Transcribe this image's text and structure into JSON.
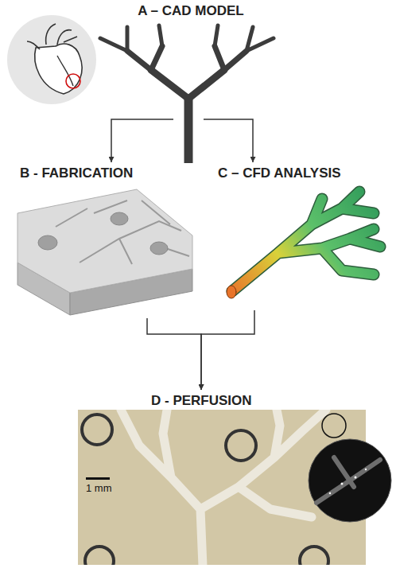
{
  "diagram": {
    "nodes": [
      {
        "text": [
          "A – CAD MODEL"
        ]
      },
      {
        "text": [
          "B - FABRICATION"
        ]
      },
      {
        "text": [
          "C – CFD ANALYSIS"
        ]
      },
      {
        "text": [
          "D - PERFUSION"
        ]
      }
    ],
    "edges": [
      {
        "from": 0,
        "to": 1,
        "arrow": "to"
      },
      {
        "from": 0,
        "to": 2,
        "arrow": "to"
      },
      {
        "from": 1,
        "to": 3,
        "arrow": "to"
      },
      {
        "from": 2,
        "to": 3,
        "arrow": "to"
      }
    ],
    "labels": [
      "1 mm"
    ]
  }
}
